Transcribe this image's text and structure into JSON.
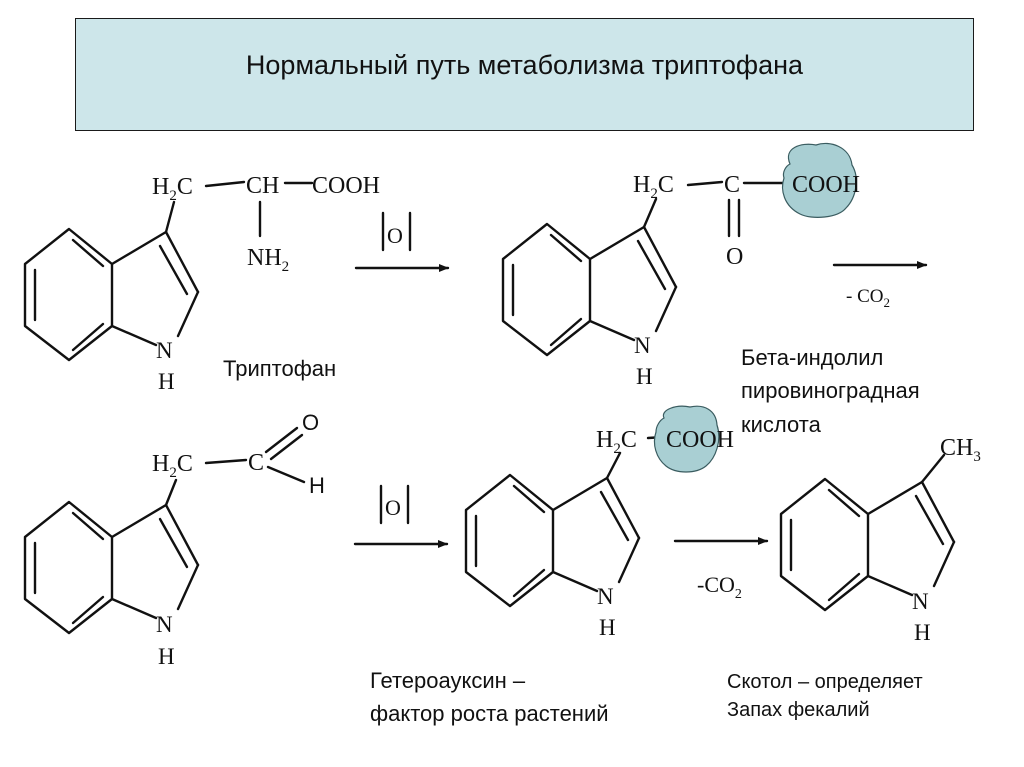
{
  "title": "Нормальный путь метаболизма триптофана",
  "colors": {
    "title_bg": "#cde6ea",
    "highlight": "#a9cfd3",
    "ink": "#111111"
  },
  "atoms": {
    "h2c": "H",
    "sub2": "2",
    "c_letter": "C",
    "ch": "CH",
    "cooh": "COOH",
    "nh": "NH",
    "n": "N",
    "h": "H",
    "o": "O",
    "ch3": "CH",
    "sub3": "3"
  },
  "reagents": {
    "oxidation": "O",
    "minus_co2_1": "- CO",
    "minus_co2_2": "-CO"
  },
  "labels": {
    "tryptophan": "Триптофан",
    "indolylpyruvic_1": "Бета-индолил",
    "indolylpyruvic_2": "пировиноградная",
    "indolylpyruvic_3": "кислота",
    "heteroauxin_1": "Гетероауксин –",
    "heteroauxin_2": "фактор роста растений",
    "skatole_1": "Скотол – определяет",
    "skatole_2": "Запах фекалий"
  }
}
